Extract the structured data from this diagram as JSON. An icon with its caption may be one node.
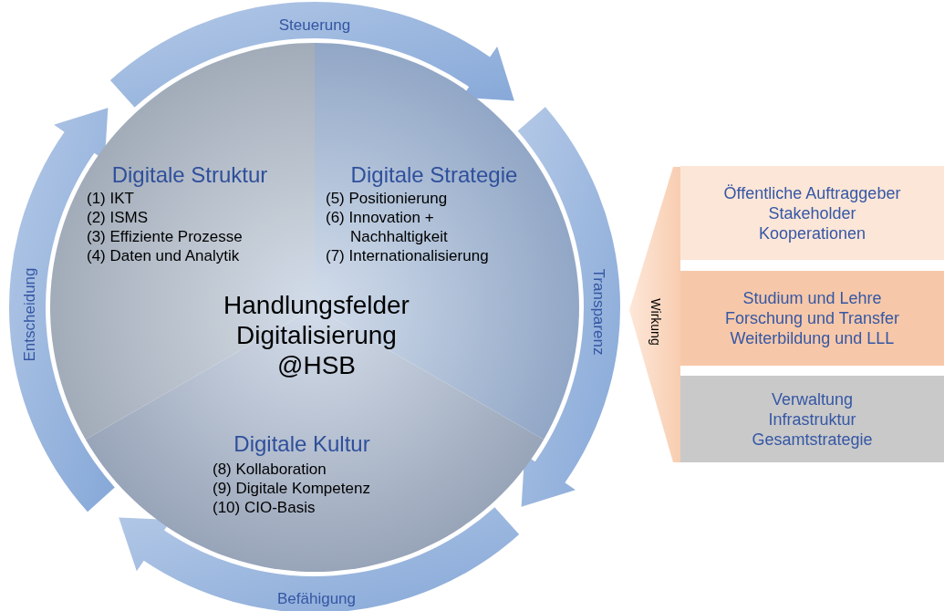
{
  "diagram": {
    "nodes": [
      {
        "text": [
          "Digitale Struktur",
          "(1) IKT",
          "(2) ISMS",
          "(3) Effiziente Prozesse",
          "(4) Daten und Analytik"
        ]
      },
      {
        "text": [
          "Digitale Strategie",
          "(5) Positionierung",
          "(6) Innovation + Nachhaltigkeit",
          "(7) Internationalisierung"
        ]
      },
      {
        "text": [
          "Digitale Kultur",
          "(8) Kollaboration",
          "(9) Digitale Kompetenz",
          "(10) CIO-Basis"
        ]
      },
      {
        "text": [
          "Handlungsfelder Digitalisierung @HSB"
        ]
      },
      {
        "text": [
          "Wirkung"
        ]
      },
      {
        "text": [
          "Öffentliche Auftraggeber",
          "Stakeholder",
          "Kooperationen"
        ]
      },
      {
        "text": [
          "Studium und Lehre",
          "Forschung und Transfer",
          "Weiterbildung und LLL"
        ]
      },
      {
        "text": [
          "Verwaltung",
          "Infrastruktur",
          "Gesamtstrategie"
        ]
      }
    ],
    "edges": [
      {
        "from": 0,
        "to": 1,
        "arrow": "to",
        "label": "Steuerung",
        "style": "thick"
      },
      {
        "from": 1,
        "to": 2,
        "arrow": "to",
        "label": "Transparenz",
        "style": "thick"
      },
      {
        "from": 1,
        "to": 2,
        "arrow": "to",
        "label": "Befähigung",
        "style": "thick"
      },
      {
        "from": 2,
        "to": 0,
        "arrow": "to",
        "label": "Entscheidung",
        "style": "thick"
      }
    ]
  }
}
